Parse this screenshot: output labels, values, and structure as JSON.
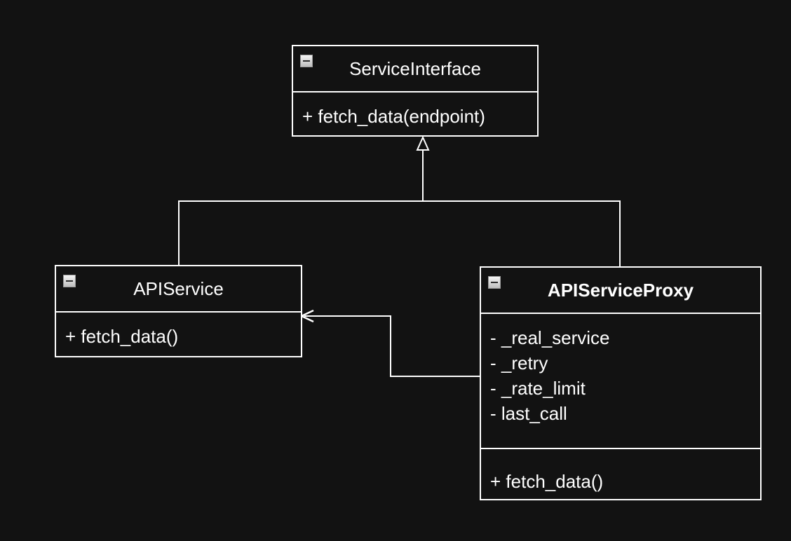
{
  "classes": {
    "service_interface": {
      "name": "ServiceInterface",
      "methods": [
        "+ fetch_data(endpoint)"
      ]
    },
    "api_service": {
      "name": "APIService",
      "methods": [
        "+ fetch_data()"
      ]
    },
    "api_service_proxy": {
      "name": "APIServiceProxy",
      "attributes": [
        "- _real_service",
        "- _retry",
        "- _rate_limit",
        "- last_call"
      ],
      "methods": [
        "+ fetch_data()"
      ]
    }
  },
  "relations": [
    {
      "type": "realization",
      "from": "api_service",
      "to": "service_interface"
    },
    {
      "type": "realization",
      "from": "api_service_proxy",
      "to": "service_interface"
    },
    {
      "type": "association",
      "from": "api_service_proxy",
      "to": "api_service"
    }
  ],
  "colors": {
    "background": "#121212",
    "line": "#ffffff",
    "text": "#ffffff"
  },
  "icons": {
    "collapse": "collapse-minus-icon"
  }
}
